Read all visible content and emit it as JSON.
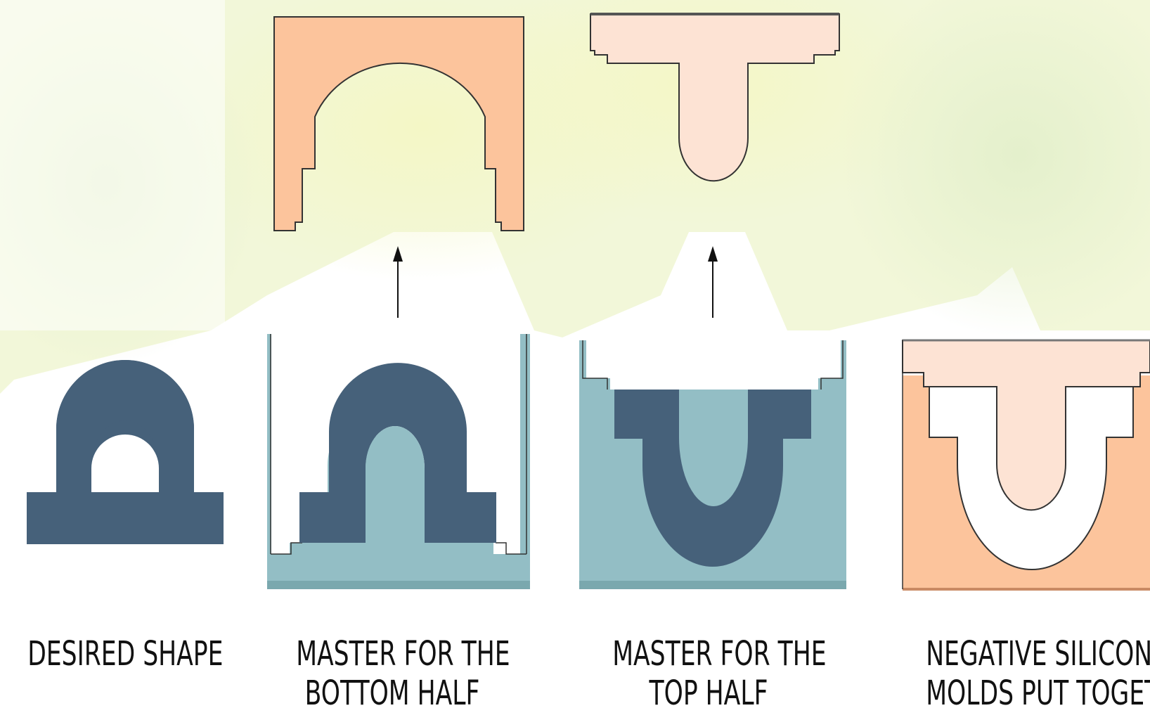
{
  "captions": {
    "desired_shape": [
      "DESIRED SHAPE"
    ],
    "master_bottom": [
      "MASTER FOR THE",
      "BOTTOM HALF"
    ],
    "master_top": [
      "MASTER FOR THE",
      "TOP HALF"
    ],
    "negative_molds": [
      "NEGATIVE SILICONE",
      "MOLDS PUT TOGETHER"
    ]
  },
  "colors": {
    "part_dark": "#46617a",
    "silicone_teal": "#93bec5",
    "teal_base": "#7aa8ae",
    "mold_orange": "#fcc49c",
    "mold_peach": "#fde3d4",
    "outline": "#333333",
    "background_green": "#eef6d8",
    "background_yellow": "#f7f8c8"
  },
  "icons": {
    "arrow_bottom_half": "arrow-up-icon",
    "arrow_top_half": "arrow-up-icon"
  }
}
